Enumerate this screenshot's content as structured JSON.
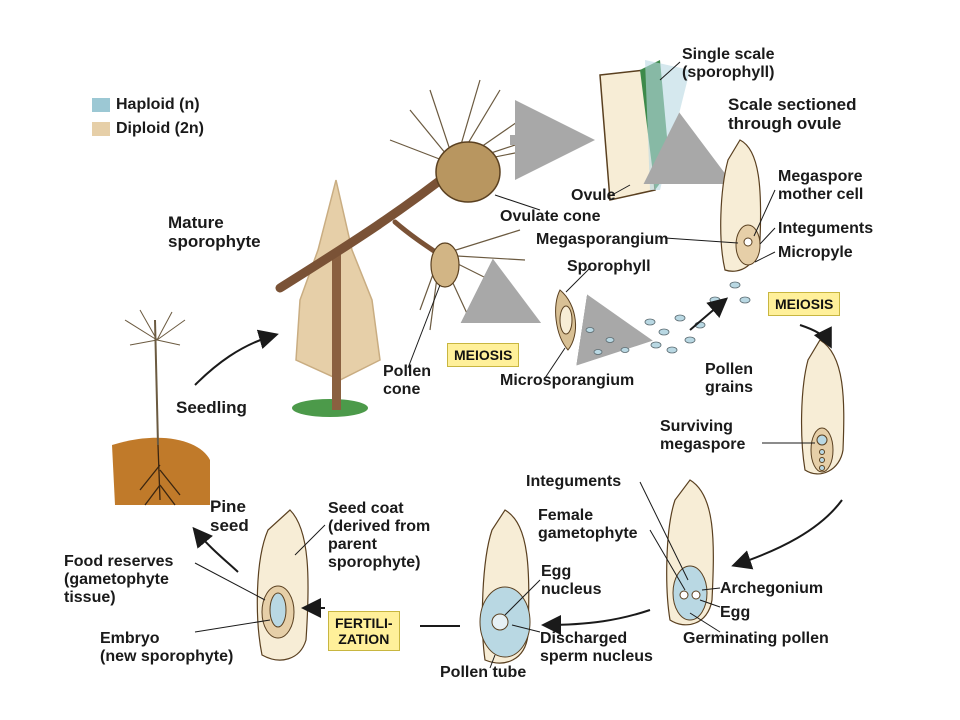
{
  "legend": {
    "haploid": {
      "label": "Haploid (n)",
      "color": "#9cc8d4"
    },
    "diploid": {
      "label": "Diploid (2n)",
      "color": "#e6cfa8"
    }
  },
  "labels": {
    "single_scale": "Single scale\n(sporophyll)",
    "scale_sectioned": "Scale sectioned\nthrough ovule",
    "megaspore_mother_cell": "Megaspore\nmother cell",
    "integuments_top": "Integuments",
    "micropyle": "Micropyle",
    "ovule": "Ovule",
    "ovulate_cone": "Ovulate cone",
    "megasporangium": "Megasporangium",
    "sporophyll": "Sporophyll",
    "mature_sporophyte": "Mature\nsporophyte",
    "pollen_cone": "Pollen\ncone",
    "microsporangium": "Microsporangium",
    "pollen_grains": "Pollen\ngrains",
    "seedling": "Seedling",
    "surviving_megaspore": "Surviving\nmegaspore",
    "integuments_mid": "Integuments",
    "female_gametophyte": "Female\ngametophyte",
    "archegonium": "Archegonium",
    "egg": "Egg",
    "germinating_pollen": "Germinating pollen",
    "pine_seed": "Pine\nseed",
    "seed_coat": "Seed coat\n(derived from\nparent\nsporophyte)",
    "food_reserves": "Food reserves\n(gametophyte\ntissue)",
    "embryo": "Embryo\n(new sporophyte)",
    "egg_nucleus": "Egg\nnucleus",
    "discharged_sperm": "Discharged\nsperm nucleus",
    "pollen_tube": "Pollen tube"
  },
  "badges": {
    "meiosis_left": "MEIOSIS",
    "meiosis_right": "MEIOSIS",
    "fertilization": "FERTILI-\nZATION"
  },
  "colors": {
    "tree_foliage": "#e6cfa8",
    "trunk": "#8a6040",
    "cone": "#b89660",
    "soil": "#c07a2a",
    "grass": "#4c9a4a",
    "ovule_tissue": "#f7edd6",
    "haploid_blue": "#b9d8e3",
    "scale_green": "#3d8a4a",
    "arrow_gray": "#a8a8a8",
    "badge_yellow": "#fff09a"
  }
}
